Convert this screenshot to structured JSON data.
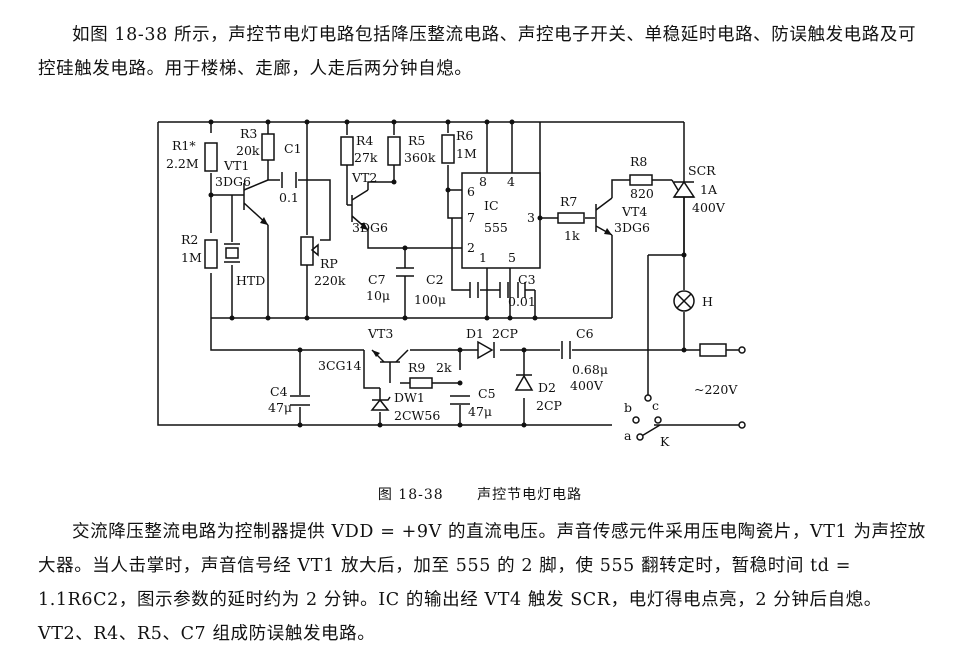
{
  "paragraph_1": "如图 18-38 所示，声控节电灯电路包括降压整流电路、声控电子开关、单稳延时电路、防误触发电路及可控硅触发电路。用于楼梯、走廊，人走后两分钟自熄。",
  "figure": {
    "number": "图 18-38",
    "title": "声控节电灯电路",
    "labels": {
      "r1": "R1*",
      "r1_val": "2.2M",
      "r2": "R2",
      "r2_val": "1M",
      "r3": "R3",
      "r3_val": "20k",
      "c1": "C1",
      "c1_val": "0.1",
      "vt1": "VT1",
      "vt1_type": "3DG6",
      "r4": "R4",
      "r4_val": "27k",
      "vt2": "VT2",
      "vt2_type": "3DG6",
      "r5": "R5",
      "r5_val": "360k",
      "r6": "R6",
      "r6_val": "1M",
      "ic": "IC",
      "ic_type": "555",
      "pin8": "8",
      "pin4": "4",
      "pin6": "6",
      "pin7": "7",
      "pin2": "2",
      "pin3": "3",
      "pin1": "1",
      "pin5": "5",
      "r7": "R7",
      "r7_val": "1k",
      "r8": "R8",
      "r8_val": "820",
      "vt4": "VT4",
      "vt4_type": "3DG6",
      "scr": "SCR",
      "scr_rating": "1A",
      "scr_voltage": "400V",
      "htd": "HTD",
      "rp": "RP",
      "rp_val": "220k",
      "c7": "C7",
      "c7_val": "10μ",
      "c2": "C2",
      "c2_val": "100μ",
      "c3": "C3",
      "c3_val": "0.01",
      "lamp": "H",
      "vt3": "VT3",
      "vt3_type": "3CG14",
      "r9": "R9",
      "r9_val": "2k",
      "d1": "D1",
      "d1_type": "2CP",
      "c6": "C6",
      "c6_val": "0.68μ",
      "c6_voltage": "400V",
      "d2": "D2",
      "d2_type": "2CP",
      "c4": "C4",
      "c4_val": "47μ",
      "c5": "C5",
      "c5_val": "47μ",
      "dw1": "DW1",
      "dw1_type": "2CW56",
      "ac": "~220V",
      "sw_a": "a",
      "sw_b": "b",
      "sw_c": "c",
      "sw_k": "K"
    }
  },
  "paragraph_2": "交流降压整流电路为控制器提供 VDD = +9V 的直流电压。声音传感元件采用压电陶瓷片，VT1 为声控放大器。当人击掌时，声音信号经 VT1 放大后，加至 555 的 2 脚，使 555 翻转定时，暂稳时间 td = 1.1R6C2，图示参数的延时约为 2 分钟。IC 的输出经 VT4 触发 SCR，电灯得电点亮，2 分钟后自熄。VT2、R4、R5、C7 组成防误触发电路。"
}
